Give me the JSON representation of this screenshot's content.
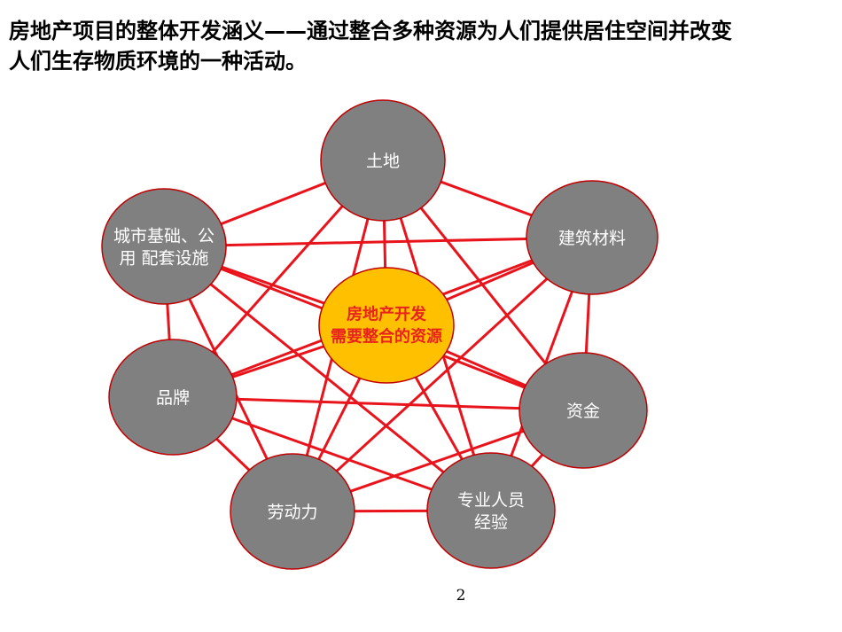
{
  "title": {
    "line1": "房地产项目的整体开发涵义——通过整合多种资源为人们提供居住空间并改变",
    "line2": "人们生存物质环境的一种活动。"
  },
  "colors": {
    "node_fill": "#808080",
    "node_stroke": "#c00000",
    "edge": "#e8131b",
    "center_fill": "#ffc000",
    "center_stroke": "#c00000",
    "center_text": "#e8231d",
    "node_text": "#ffffff"
  },
  "center": {
    "lines": [
      "房地产开发",
      "需要整合的资源"
    ]
  },
  "nodes": [
    {
      "id": "land",
      "lines": [
        "土地"
      ]
    },
    {
      "id": "materials",
      "lines": [
        "建筑材料"
      ]
    },
    {
      "id": "capital",
      "lines": [
        "资金"
      ]
    },
    {
      "id": "professionals",
      "lines": [
        "专业人员",
        "经验"
      ]
    },
    {
      "id": "labor",
      "lines": [
        "劳动力"
      ]
    },
    {
      "id": "brand",
      "lines": [
        "品牌"
      ]
    },
    {
      "id": "infrastructure",
      "lines": [
        "城市基础、公",
        "用 配套设施"
      ]
    }
  ],
  "page_number": "2"
}
